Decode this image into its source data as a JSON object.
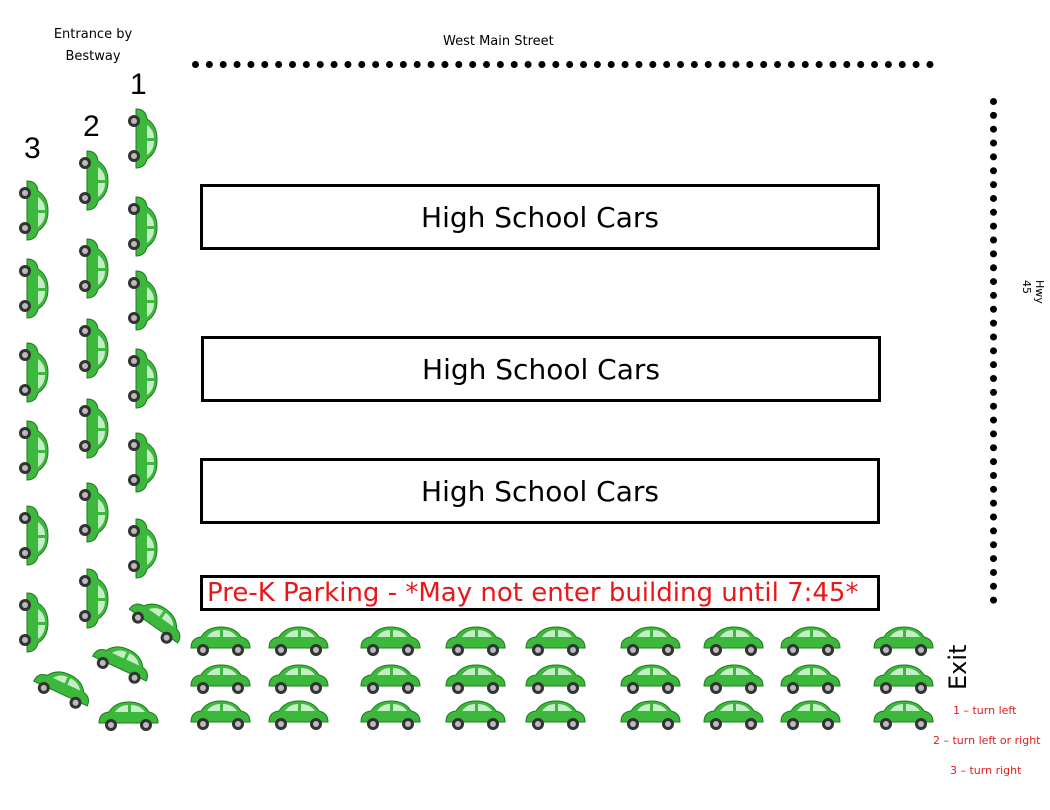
{
  "labels": {
    "entrance": "Entrance by Bestway",
    "street": "West Main Street",
    "highway": "Hwy 45",
    "exit": "Exit"
  },
  "lanes": [
    "1",
    "2",
    "3"
  ],
  "zones": {
    "hs1": "High School Cars",
    "hs2": "High School Cars",
    "hs3": "High School Cars",
    "prek": "Pre-K Parking - *May not enter building until 7:45*"
  },
  "legend": [
    "1 – turn left",
    "2 – turn left or right",
    "3 – turn right"
  ],
  "colors": {
    "car": "#3cb83c",
    "legend_text": "#e21b1b"
  },
  "icons": {
    "car": "car-icon"
  }
}
